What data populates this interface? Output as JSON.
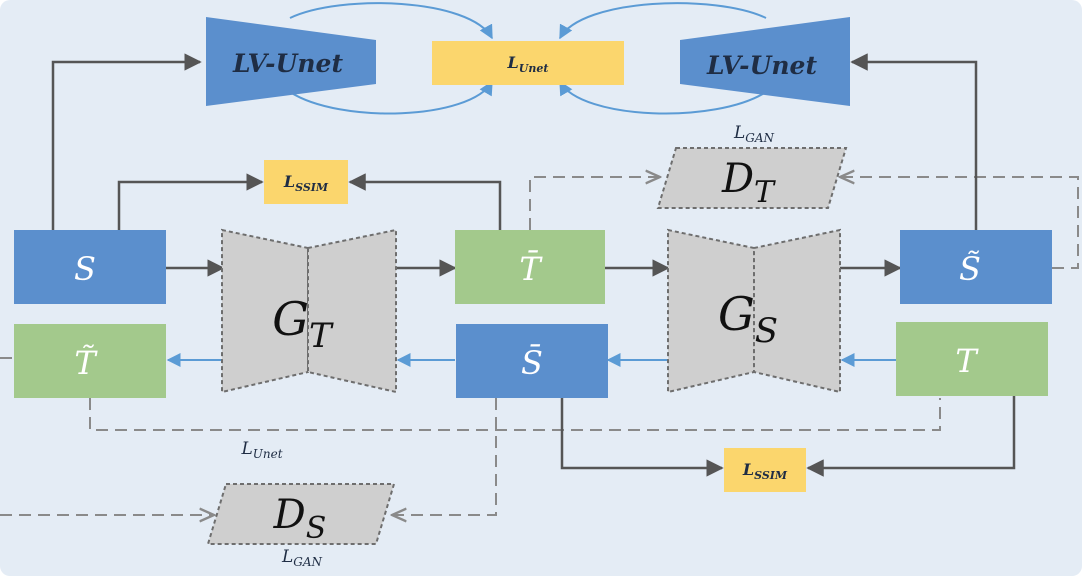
{
  "colors": {
    "background": "#e4ecf5",
    "blue_box": "#5b8fcd",
    "green_box": "#a3c98c",
    "yellow_box": "#fbd66d",
    "gray_block": "#cfcfcf",
    "arrow_dark": "#555555",
    "arrow_blue": "#5b9bd5",
    "dashed": "#8a8a8a"
  },
  "unets": {
    "left": {
      "prefix": "LV-",
      "name": "Unet"
    },
    "right": {
      "prefix": "LV-",
      "name": "Unet"
    }
  },
  "losses": {
    "unet_top": {
      "main": "L",
      "sub": "Unet"
    },
    "ssim_top": {
      "main": "L",
      "sub": "SSIM"
    },
    "ssim_bottom": {
      "main": "L",
      "sub": "SSIM"
    },
    "unet_bottom": {
      "main": "L",
      "sub": "Unet"
    },
    "gan_top": {
      "main": "L",
      "sub": "GAN"
    },
    "gan_bottom": {
      "main": "L",
      "sub": "GAN"
    }
  },
  "generators": {
    "gt": {
      "main": "G",
      "sub": "T"
    },
    "gs": {
      "main": "G",
      "sub": "S"
    }
  },
  "discriminators": {
    "dt": {
      "main": "D",
      "sub": "T"
    },
    "ds": {
      "main": "D",
      "sub": "S"
    }
  },
  "boxes": {
    "s": "S",
    "t_bar": "T̄",
    "s_tilde": "S̃",
    "t_tilde": "T̃",
    "s_bar": "S̄",
    "t": "T"
  }
}
